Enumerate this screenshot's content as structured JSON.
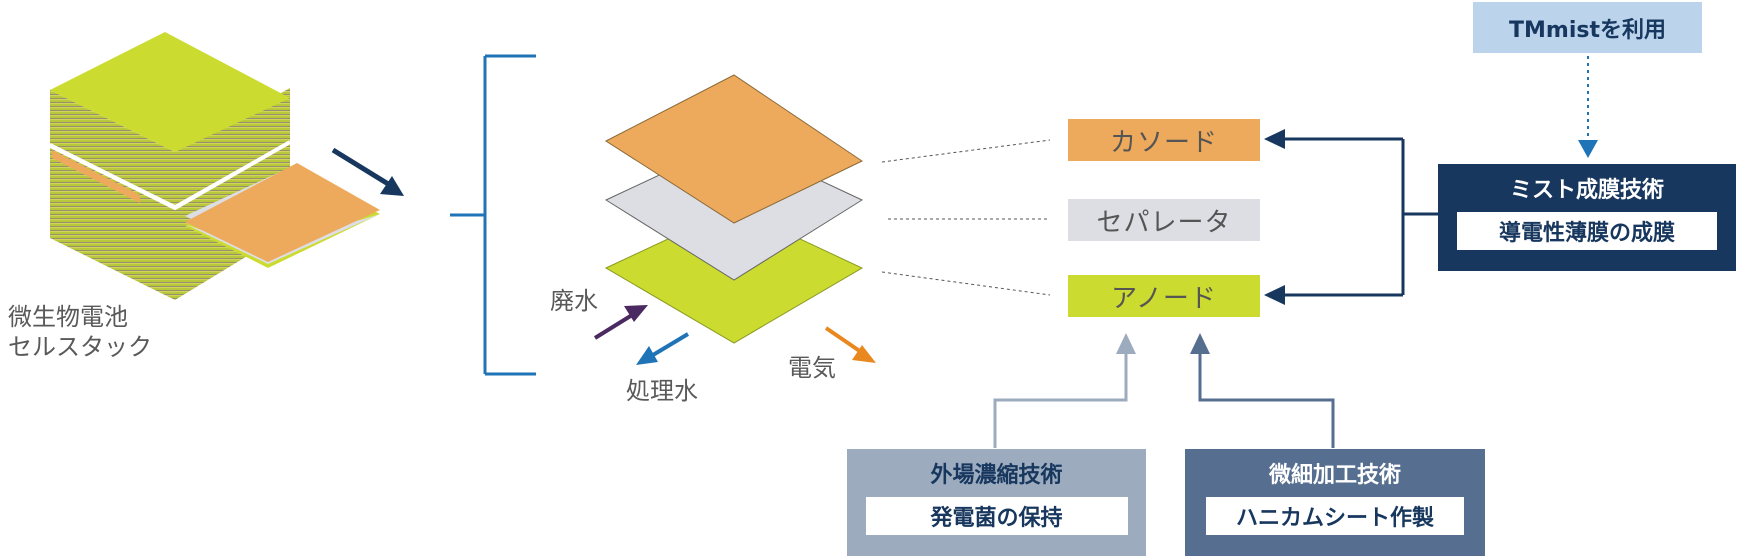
{
  "stack": {
    "label_line1": "微生物電池",
    "label_line2": "セルスタック"
  },
  "flows": {
    "waste_water": "廃水",
    "treated_water": "処理水",
    "electricity": "電気"
  },
  "layers": {
    "cathode": "カソード",
    "separator": "セパレータ",
    "anode": "アノード"
  },
  "tmmist": {
    "label": "TMmistを利用"
  },
  "tech_mist": {
    "title": "ミスト成膜技術",
    "sub": "導電性薄膜の成膜"
  },
  "tech_concentration": {
    "title": "外場濃縮技術",
    "sub": "発電菌の保持"
  },
  "tech_microfab": {
    "title": "微細加工技術",
    "sub": "ハニカムシート作製"
  },
  "colors": {
    "cathode": "#eeaa5c",
    "separator": "#dddee3",
    "anode": "#ccdb30",
    "navy": "#17375e",
    "blue": "#1f73b7",
    "light_blue": "#bcd3ec",
    "steel": "#9dabbe",
    "slate": "#566e8f",
    "purple": "#4a2a60",
    "orange": "#e8881f"
  }
}
